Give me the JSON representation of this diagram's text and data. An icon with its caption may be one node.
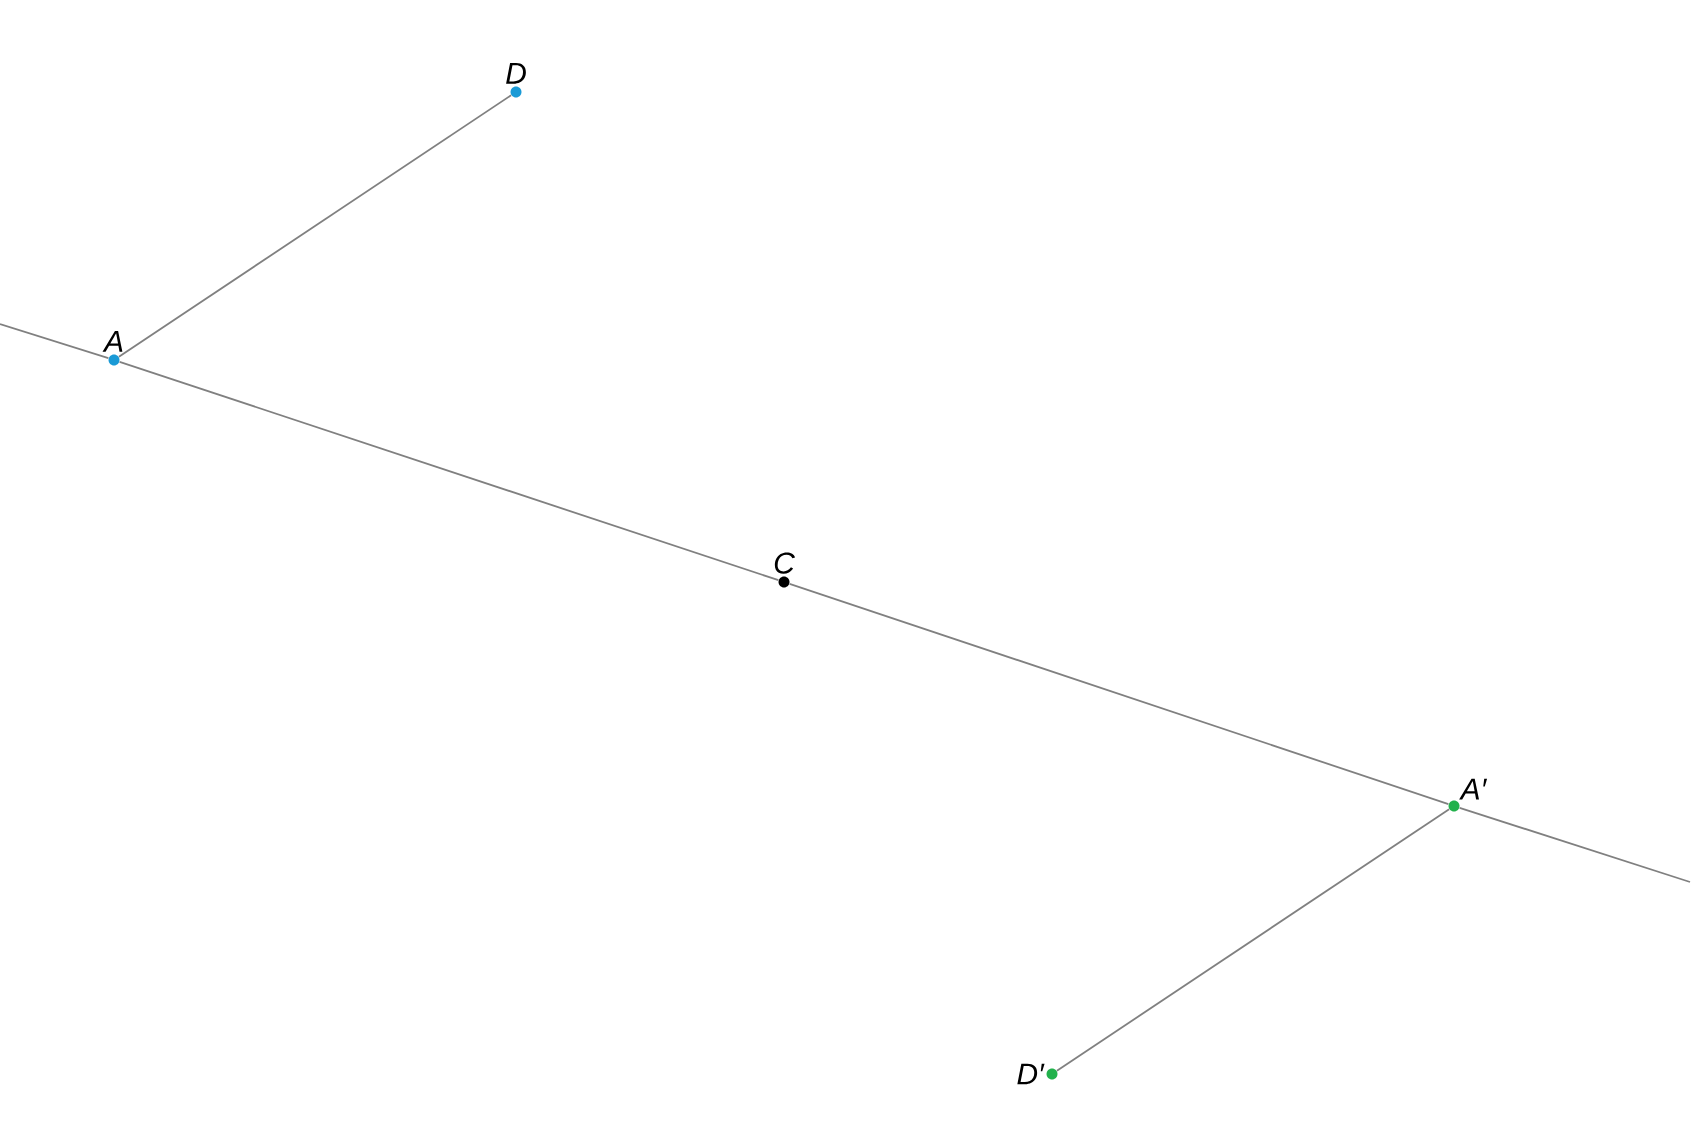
{
  "diagram": {
    "nodes": [
      {
        "text": [
          "D"
        ]
      },
      {
        "text": [
          "A"
        ]
      },
      {
        "text": [
          "C"
        ]
      },
      {
        "text": [
          "A′"
        ]
      },
      {
        "text": [
          "D′"
        ]
      }
    ],
    "edges": [
      {
        "from": null,
        "to": 1,
        "arrow": "none"
      },
      {
        "from": 1,
        "to": 0,
        "arrow": "none"
      },
      {
        "from": 1,
        "to": 2,
        "arrow": "none"
      },
      {
        "from": 2,
        "to": 3,
        "arrow": "none"
      },
      {
        "from": 3,
        "to": 4,
        "arrow": "none"
      },
      {
        "from": 3,
        "to": null,
        "arrow": "none"
      }
    ]
  }
}
